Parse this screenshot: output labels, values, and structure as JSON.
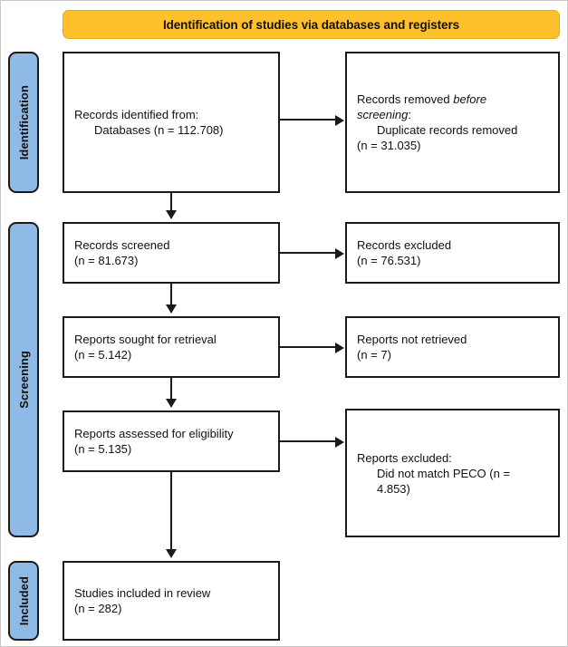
{
  "diagram": {
    "title": "Identification of studies via databases and registers",
    "colors": {
      "banner_fill": "#FFC12B",
      "stage_bar_fill": "#8EBAE5",
      "box_fill": "#FFFFFF",
      "stroke": "#1A1A1A"
    }
  },
  "stages": [
    {
      "id": "identification",
      "label": "Identification"
    },
    {
      "id": "screening",
      "label": "Screening"
    },
    {
      "id": "included",
      "label": "Included"
    }
  ],
  "boxes": {
    "records_identified": {
      "line1": "Records identified from:",
      "line2": "Databases (n = 112.708)"
    },
    "records_removed": {
      "line1_a": "Records removed ",
      "line1_b": "before",
      "line2_a": "screening",
      "line2_b": ":",
      "line3": "Duplicate records removed",
      "line4": "(n = 31.035)"
    },
    "records_screened": {
      "line1": "Records screened",
      "line2": "(n = 81.673)"
    },
    "records_excluded": {
      "line1": "Records excluded",
      "line2": "(n = 76.531)"
    },
    "reports_sought": {
      "line1": "Reports sought for retrieval",
      "line2": "(n = 5.142)"
    },
    "reports_not_retrieved": {
      "line1": "Reports not retrieved",
      "line2": "(n = 7)"
    },
    "reports_assessed": {
      "line1": "Reports assessed for eligibility",
      "line2": "(n = 5.135)"
    },
    "reports_excluded": {
      "line1": "Reports excluded:",
      "line2": "Did not match PECO (n =",
      "line3": "4.853)"
    },
    "studies_included": {
      "line1": "Studies included in review",
      "line2": "(n = 282)"
    }
  }
}
